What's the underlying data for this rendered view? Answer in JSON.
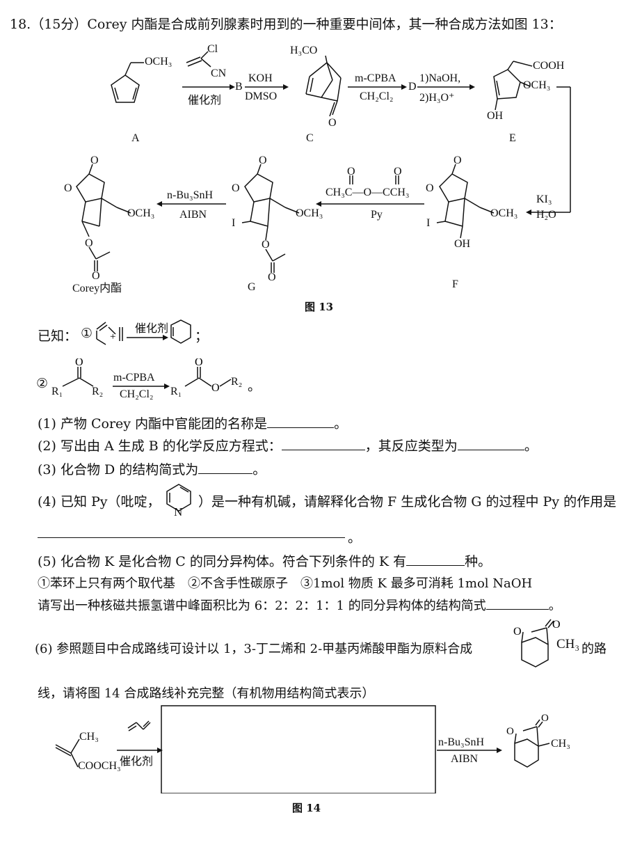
{
  "question": {
    "header": "18.（15分）Corey 内酯是合成前列腺素时用到的一种重要中间体，其一种合成方法如图 13："
  },
  "fig13": {
    "caption": "图 13",
    "labels": {
      "A": "A",
      "B": "B",
      "C": "C",
      "D": "D",
      "E": "E",
      "F": "F",
      "G": "G",
      "corey": "Corey内酯"
    },
    "reagents": {
      "ab": "催化剂",
      "bc_top": "KOH",
      "bc_bottom": "DMSO",
      "cd_top": "m-CPBA",
      "cd_bottom": "CH₂Cl₂",
      "de_top": "1)NaOH,",
      "de_bottom": "2)H₃O⁺",
      "ef_top": "KI₃",
      "ef_bottom": "H₂O",
      "fg_bottom": "Py",
      "gc_top": "n-Bu₃SnH",
      "gc_bottom": "AIBN"
    },
    "groups": {
      "och3": "OCH₃",
      "cl": "Cl",
      "cn": "CN",
      "h3co": "H₃CO",
      "o": "O",
      "cooh": "COOH",
      "oh": "OH",
      "i": "I",
      "anhydride_left": "CH₃C—O—CCH₃"
    }
  },
  "known": {
    "prefix": "已知：",
    "item1": "①",
    "item1_reagent": "催化剂",
    "item1_end": "；",
    "item2": "②",
    "item2_reagent_top": "m-CPBA",
    "item2_reagent_bottom": "CH₂Cl₂",
    "r1": "R₁",
    "r2": "R₂",
    "end": "。"
  },
  "parts": {
    "p1": "(1) 产物 Corey 内酯中官能团的名称是",
    "p1_end": "。",
    "p2a": "(2) 写出由 A 生成 B 的化学反应方程式：",
    "p2b": "，其反应类型为",
    "p2_end": "。",
    "p3": "(3) 化合物 D 的结构简式为",
    "p3_end": "。",
    "p4a": "(4) 已知 Py（吡啶，",
    "p4_n": "N",
    "p4b": "）是一种有机碱，请解释化合物 F 生成化合物 G 的过程中 Py 的作用是",
    "p4_end": "。",
    "p5a": "(5) 化合物 K 是化合物 C 的同分异构体。符合下列条件的 K 有",
    "p5_end": "种。",
    "p5_cond": "①苯环上只有两个取代基　②不含手性碳原子　③1mol 物质 K 最多可消耗 1mol NaOH",
    "p5_nmr": "请写出一种核磁共振氢谱中峰面积比为 6：2：2：1：1 的同分异构体的结构简式",
    "p5_nmr_end": "。",
    "p6a": "(6) 参照题目中合成路线可设计以 1，3-丁二烯和 2-甲基丙烯酸甲酯为原料合成",
    "p6_ch3": "CH₃",
    "p6_tail": "的路",
    "p6b": "线，请将图 14 合成路线补充完整（有机物用结构简式表示）"
  },
  "fig14": {
    "caption": "图 14",
    "reagent1": "催化剂",
    "reagent2_top": "n-Bu₃SnH",
    "reagent2_bottom": "AIBN",
    "ch3": "CH₃",
    "cooch3": "COOCH₃",
    "product_ch3": "CH₃"
  }
}
